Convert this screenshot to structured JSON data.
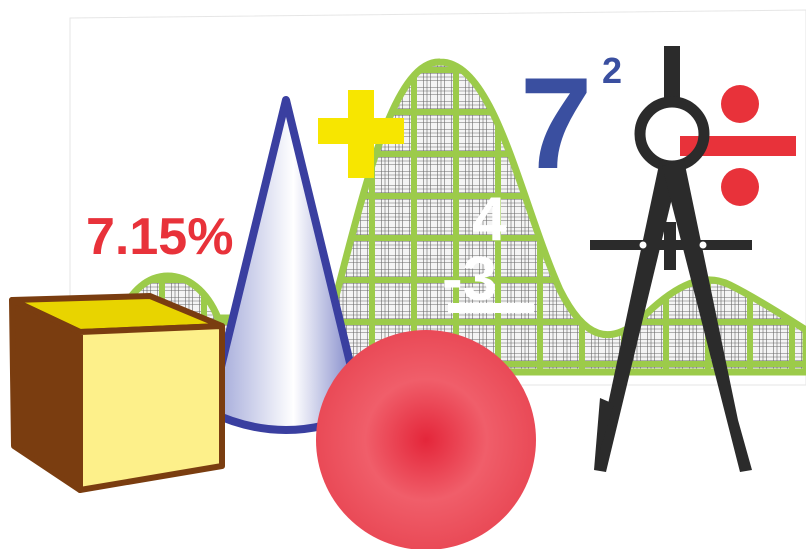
{
  "labels": {
    "percent": "7.15%",
    "power_base": "7",
    "power_exponent": "2",
    "sub_top": "4",
    "sub_bottom": "-3"
  },
  "icons": [
    "cube-icon",
    "cone-icon",
    "sphere-icon",
    "bell-curve-graph-icon",
    "plus-sign-icon",
    "division-sign-icon",
    "compass-icon"
  ],
  "colors": {
    "red": "#e8323a",
    "blue": "#3a4fa0",
    "yellow": "#f7e600",
    "green": "#9ccb4a",
    "brown": "#7a3d10",
    "dark": "#2b2b2b"
  }
}
